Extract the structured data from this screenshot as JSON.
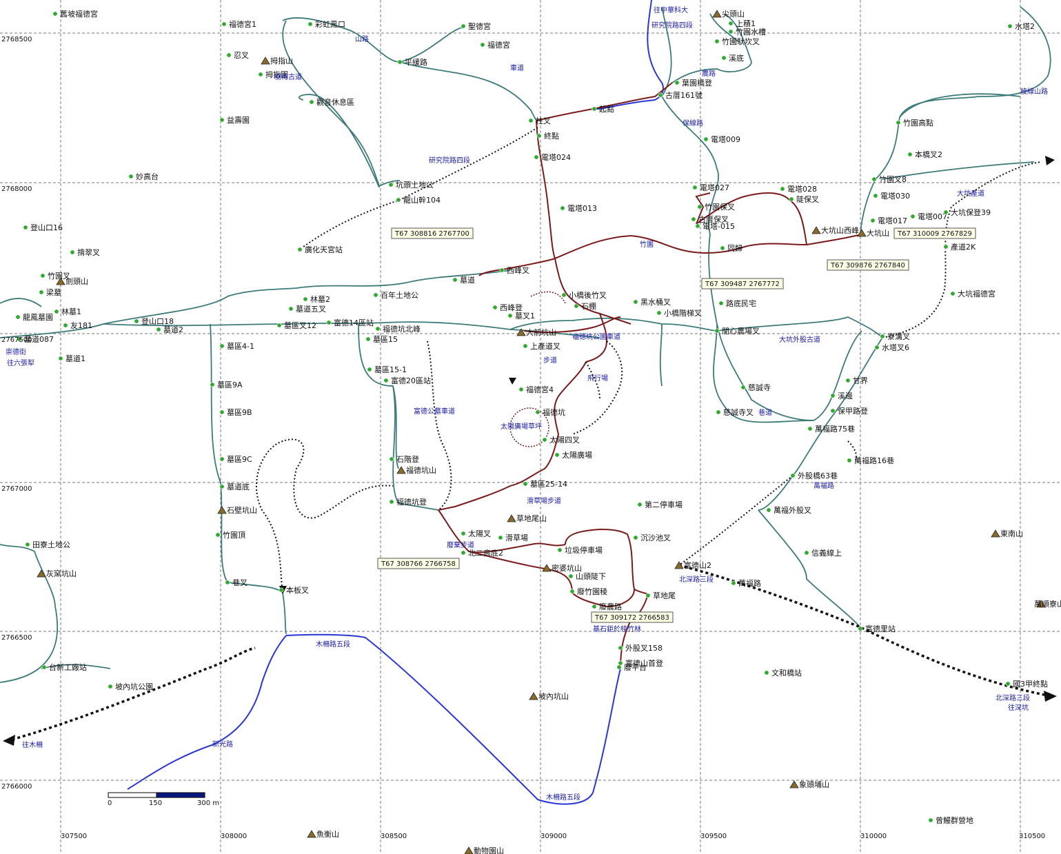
{
  "grid": {
    "x_labels": [
      "307500",
      "308000",
      "308500",
      "309000",
      "309500",
      "310000",
      "310500"
    ],
    "y_labels": [
      "2768500",
      "2768000",
      "2767500",
      "2767000",
      "2766500",
      "2766000"
    ]
  },
  "colors": {
    "water": "#3c7a7a",
    "trail": "#7a1a1a",
    "road": "#2a35d6",
    "grid": "#777777",
    "text": "#111111",
    "road_label": "#1a1aa8",
    "point": "#2eaa2e"
  },
  "scale_bar": {
    "labels": [
      "0",
      "150",
      "300 m"
    ]
  },
  "coord_boxes": [
    "T67 308816 2767700",
    "T67 310009 2767829",
    "T67 309876 2767840",
    "T67 309487 2767772",
    "T67 308766 2766758",
    "T67 309172 2766583"
  ],
  "pois": [
    "舊坡福德宮",
    "福德宮1",
    "彩虹鳳口",
    "聖德宮",
    "福德宮",
    "平緩路",
    "尖頭山",
    "上積1",
    "竹園水槽",
    "竹園馱坎叉",
    "溪底",
    "水塔2",
    "忍叉",
    "拇指山",
    "拇指園",
    "觀音休息區",
    "益壽園",
    "妙高台",
    "坑頭土地公",
    "龍山幹104",
    "廣化天宮站",
    "登山口16",
    "揹翠叉",
    "竹園叉",
    "劍頭山",
    "梁墓",
    "龍鳳墓園",
    "林墓1",
    "友181",
    "登山口18",
    "墓道2",
    "林墓2",
    "墓道五叉",
    "百年土地公",
    "墓道",
    "西峰叉",
    "西峰登",
    "墓叉1",
    "小橋後竹叉",
    "石棚",
    "黑水桶叉",
    "小橋階梯叉",
    "電塔024",
    "電塔013",
    "電塔009",
    "電塔027",
    "電塔028",
    "竹園保叉",
    "古厝保叉",
    "電塔-015",
    "同歸",
    "陡保叉",
    "大坑山西峰",
    "大坑山",
    "竹園高點",
    "本橋叉2",
    "竹園叉8",
    "電塔030",
    "電塔017",
    "電塔007",
    "大坑保登39",
    "產道2K",
    "大坑福德宮",
    "路底民宅",
    "閒心農場叉",
    "寮溝叉",
    "水塔叉6",
    "甘界",
    "溪邊",
    "保甲路登",
    "萬福路75巷",
    "萬福路16巷",
    "外股橋63巷",
    "萬福外股叉",
    "信義線上",
    "東南山",
    "萬順寮山",
    "慈誠寺",
    "慈誠寺叉",
    "墓道087",
    "墓道1",
    "墓區叉12",
    "墓區4-1",
    "富德14區站",
    "福德坑北峰",
    "墓區15",
    "墓區15-1",
    "富德20區站",
    "墓區9A",
    "墓區9B",
    "墓區9C",
    "墓道底",
    "石壁坑山",
    "竹園頂",
    "田寮土地公",
    "灰窯坑山",
    "巷叉",
    "本板叉",
    "石階登",
    "福德坑山",
    "福德坑登",
    "墓區25-14",
    "第二停車場",
    "草地尾山",
    "滑草場",
    "垃圾停車場",
    "沉沙池叉",
    "北二高底2",
    "密婆坑山",
    "山頭陡下",
    "廢竹園稜",
    "廢農路",
    "富德山2",
    "萬福路",
    "草地尾",
    "富德里站",
    "外股叉158",
    "富德山首登",
    "文和橋站",
    "國3甲終點",
    "台新工廠站",
    "坡內坑公園",
    "坡內坑山",
    "象頭埔山",
    "魚衡山",
    "動物園山",
    "大前坑山",
    "上產道叉",
    "福德坑",
    "太陽四叉",
    "太陽廣場",
    "太陽叉",
    "廢平台",
    "起點",
    "終點",
    "柱叉",
    "古厝161號",
    "葉園橋登",
    "福德宮4",
    "曾鰻群營地"
  ],
  "road_labels": [
    "往中華科大",
    "研究院路四段",
    "樹梅古道",
    "山路",
    "車道",
    "保線路",
    "稜線山路",
    "農路",
    "竹園",
    "大坑外股古道",
    "大坑產道",
    "研究院路四段",
    "富德公墓車道",
    "福德坑公園車道",
    "步道",
    "滑草場步道",
    "廢棄步道",
    "巷道",
    "萬福路",
    "北深路三段",
    "木柵路五段",
    "新光路",
    "基石鉅於桂竹林",
    "飛行場",
    "太陽廣場草坪",
    "崇德街",
    "往六張犁",
    "木柵路五段",
    "往木柵",
    "北深路三段",
    "往深坑"
  ]
}
